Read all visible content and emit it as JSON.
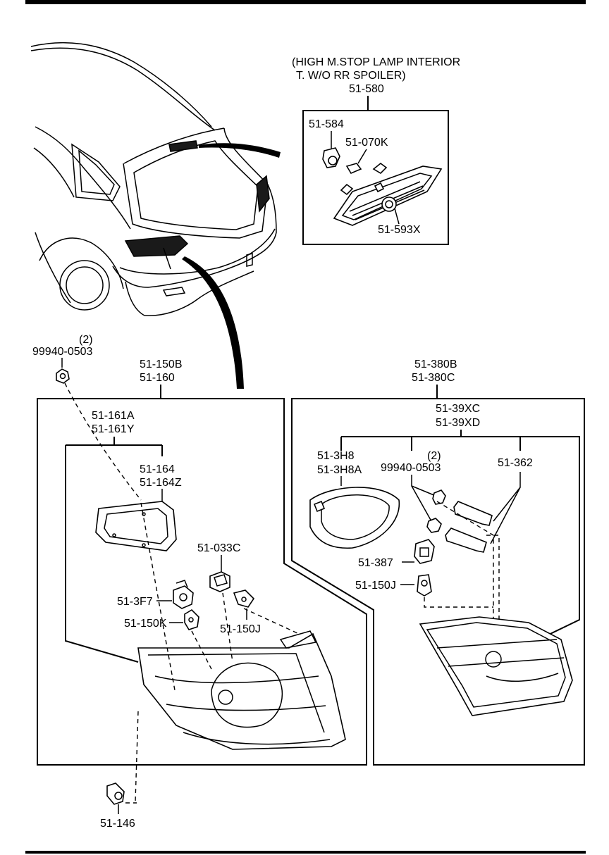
{
  "callout": {
    "title_line1": "(HIGH M.STOP LAMP INTERIOR",
    "title_line2": "T. W/O RR SPOILER)",
    "assembly": "51-580",
    "parts": {
      "bulb_socket": "51-584",
      "bulb": "51-070K",
      "lens": "51-593X"
    }
  },
  "nut_left": {
    "qty": "(2)",
    "part": "99940-0503"
  },
  "left_group": {
    "assembly_line1": "51-150B",
    "assembly_line2": "51-160",
    "gasket_line1": "51-161A",
    "gasket_line2": "51-161Y",
    "gasket2_line1": "51-164",
    "gasket2_line2": "51-164Z",
    "socket": "51-033C",
    "socket_small": "51-3F7",
    "bulb_k": "51-150K",
    "bulb_j": "51-150J",
    "clip": "51-146"
  },
  "right_group": {
    "assembly_line1": "51-380B",
    "assembly_line2": "51-380C",
    "sub_line1": "51-39XC",
    "sub_line2": "51-39XD",
    "cover_line1": "51-3H8",
    "cover_line2": "51-3H8A",
    "nut_qty": "(2)",
    "nut_part": "99940-0503",
    "bracket": "51-362",
    "socket": "51-387",
    "bulb": "51-150J"
  }
}
